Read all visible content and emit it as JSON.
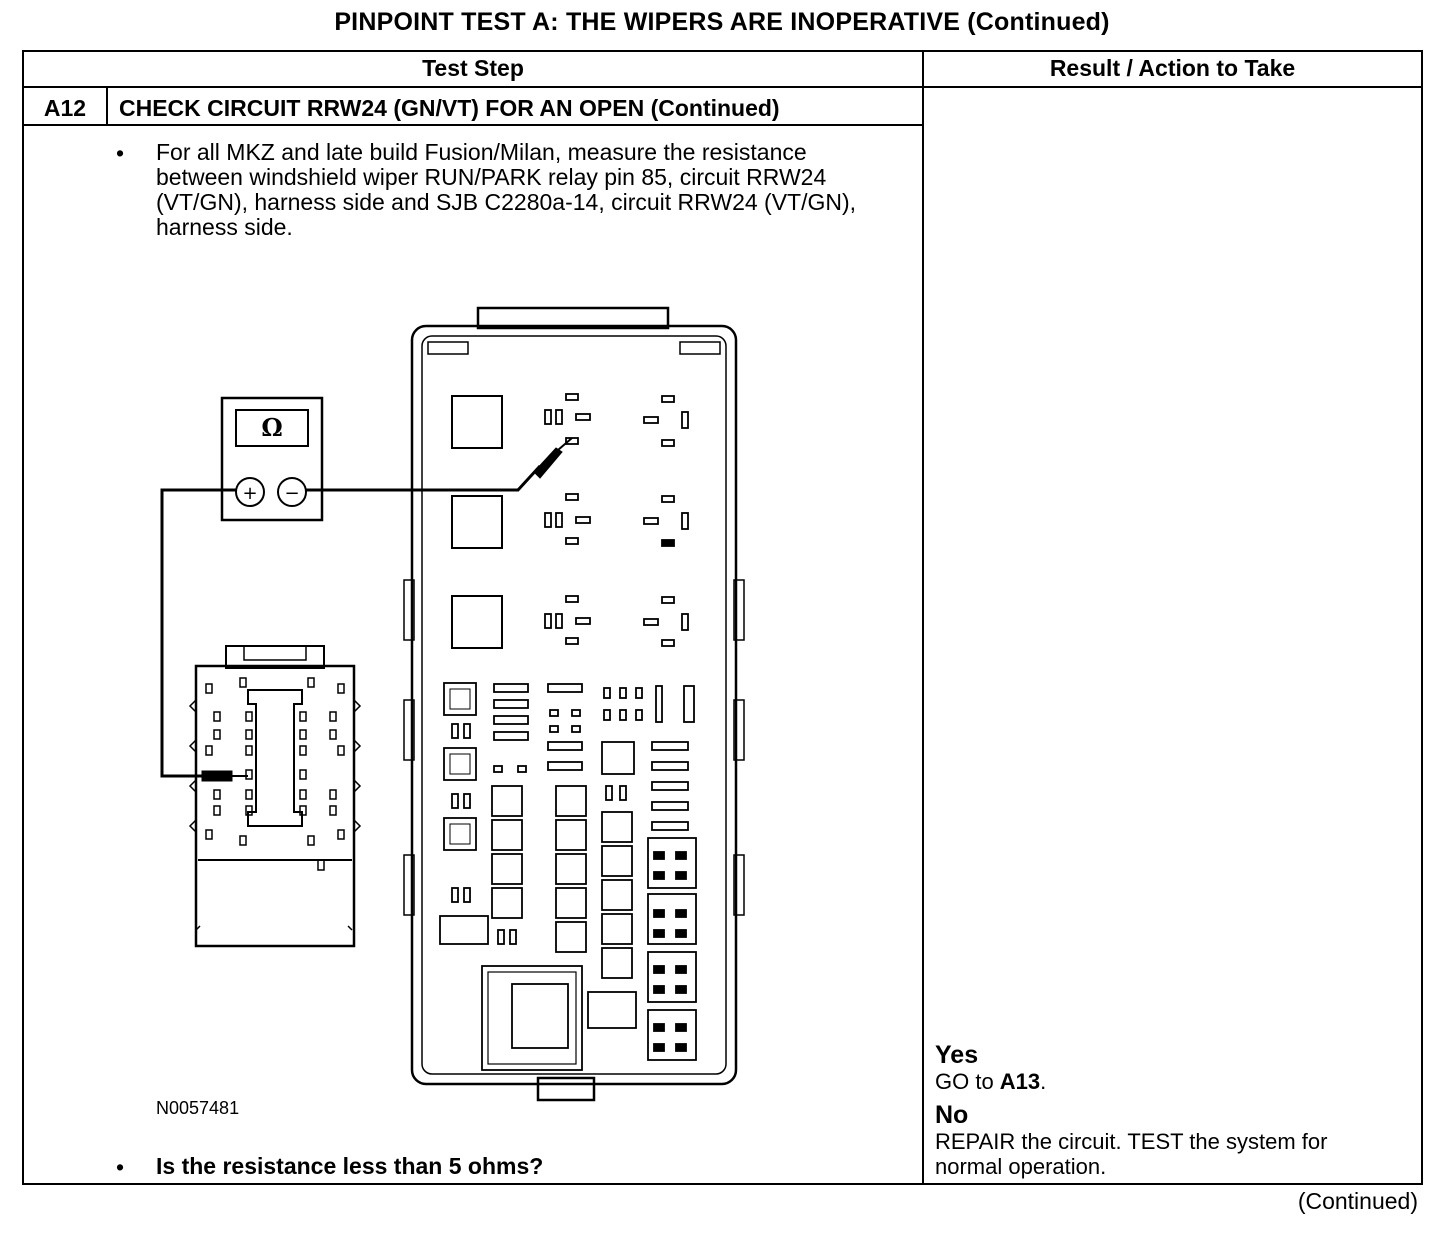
{
  "page_title": "PINPOINT TEST A: THE WIPERS ARE INOPERATIVE (Continued)",
  "table": {
    "col_test_step": "Test Step",
    "col_result": "Result / Action to Take",
    "step_id": "A12",
    "step_title": "CHECK CIRCUIT RRW24 (GN/VT) FOR AN OPEN (Continued)",
    "bullet_symbol": "•",
    "instruction": "For all MKZ and late build Fusion/Milan, measure the resistance between windshield wiper RUN/PARK relay pin 85, circuit RRW24 (VT/GN), harness side and SJB C2280a-14, circuit RRW24 (VT/GN), harness side.",
    "figure_id": "N0057481",
    "question": "Is the resistance less than 5 ohms?"
  },
  "diagram": {
    "meter_symbol": "Ω",
    "plus": "+",
    "minus": "−"
  },
  "results": {
    "yes_label": "Yes",
    "yes_action_prefix": "GO to ",
    "yes_action_target": "A13",
    "yes_action_suffix": ".",
    "no_label": "No",
    "no_action_line1": "REPAIR the circuit. TEST the system for",
    "no_action_line2": "normal operation."
  },
  "footer_continued": "(Continued)"
}
